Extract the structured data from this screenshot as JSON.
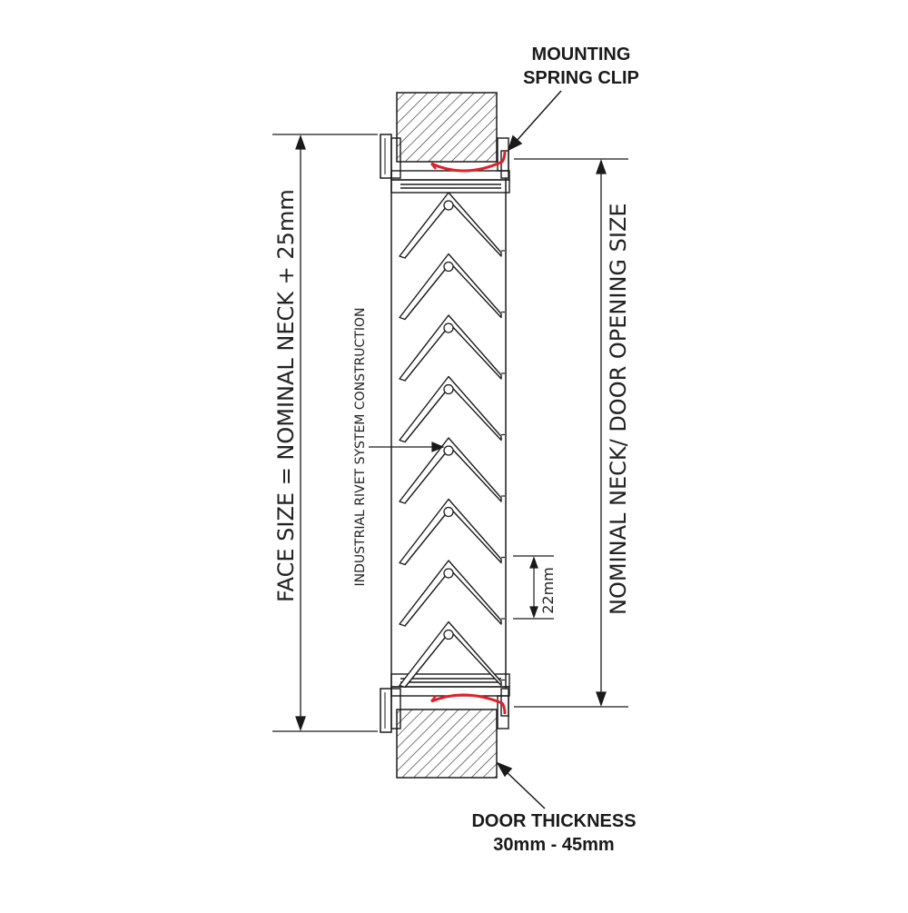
{
  "labels": {
    "mounting_clip_line1": "MOUNTING",
    "mounting_clip_line2": "SPRING CLIP",
    "door_thickness_line1": "DOOR THICKNESS",
    "door_thickness_line2": "30mm - 45mm",
    "face_size": "FACE SIZE = NOMINAL NECK + 25mm",
    "nominal_neck": "NOMINAL NECK/ DOOR OPENING SIZE",
    "rivet_system": "INDUSTRIAL RIVET SYSTEM CONSTRUCTION",
    "blade_pitch": "22mm"
  },
  "colors": {
    "line": "#1a1a1a",
    "spring_clip": "#e0202a",
    "hatch": "#333333"
  },
  "blade_count": 8
}
